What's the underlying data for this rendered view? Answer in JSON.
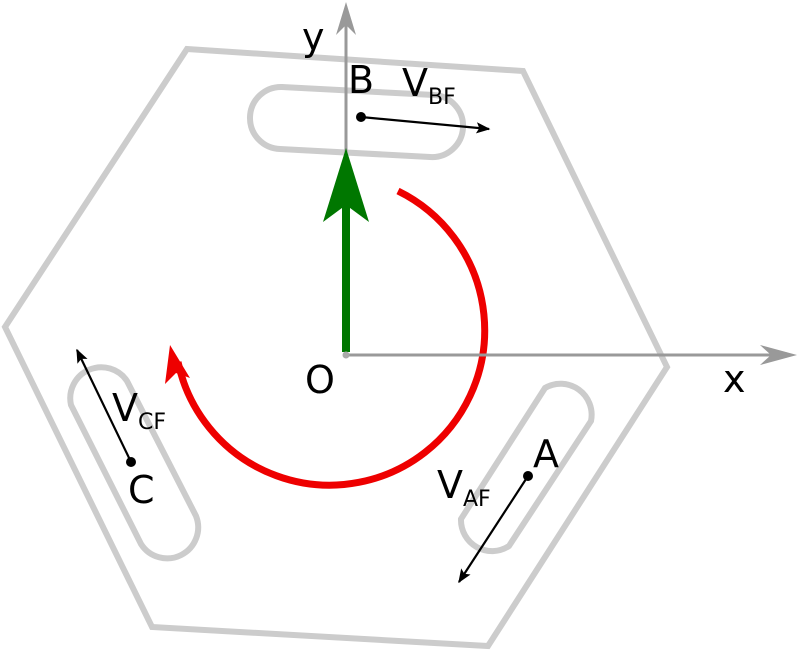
{
  "colors": {
    "outline": "#cccccc",
    "axis": "#999999",
    "rotation": "#ee0000",
    "up_arrow": "#007700",
    "vector": "#000000"
  },
  "axes": {
    "x_label": "x",
    "y_label": "y"
  },
  "origin": {
    "label": "O"
  },
  "points": {
    "a": {
      "label": "A",
      "v_main": "V",
      "v_sub": "AF"
    },
    "b": {
      "label": "B",
      "v_main": "V",
      "v_sub": "BF"
    },
    "c": {
      "label": "C",
      "v_main": "V",
      "v_sub": "CF"
    }
  }
}
